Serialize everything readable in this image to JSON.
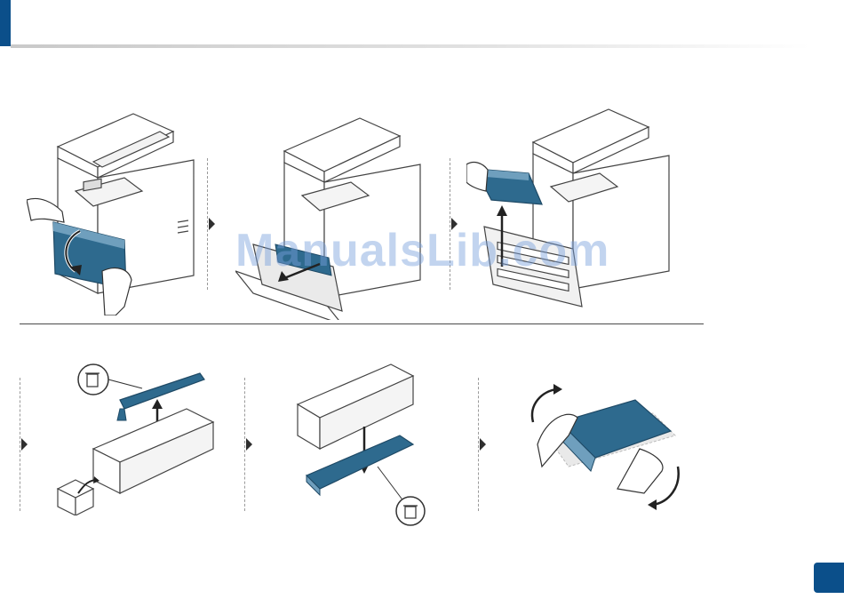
{
  "watermark": "ManualsLib.com",
  "page_number": "",
  "colors": {
    "accent": "#0b4f8a",
    "part_blue": "#2e6a8e",
    "part_blue_light": "#6f9fbd",
    "line": "#444444"
  },
  "steps": [
    {
      "id": 1,
      "illustration": "open-front-door"
    },
    {
      "id": 2,
      "illustration": "pull-transfer-belt-handle"
    },
    {
      "id": 3,
      "illustration": "lift-out-toner-cartridge"
    },
    {
      "id": 4,
      "illustration": "remove-protective-cover-and-discard-packing"
    },
    {
      "id": 5,
      "illustration": "remove-bottom-cover-and-discard"
    },
    {
      "id": 6,
      "illustration": "shake-toner-cartridge"
    }
  ],
  "icons": [
    "recycle-bin-icon",
    "recycle-bin-icon"
  ]
}
